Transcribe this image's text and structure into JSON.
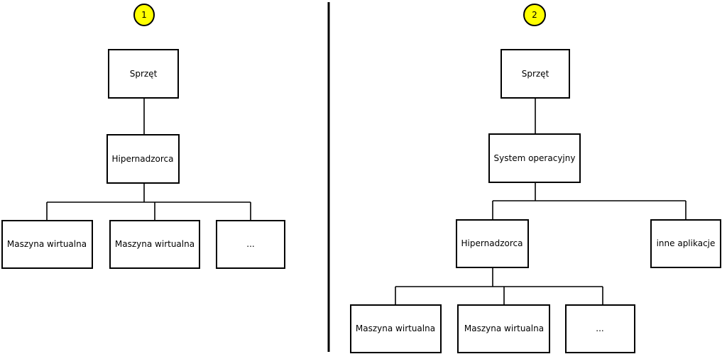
{
  "colors": {
    "badge_fill": "#ffff00",
    "stroke": "#000000",
    "background": "#ffffff"
  },
  "diagram_left": {
    "badge": "1",
    "nodes": {
      "hardware": "Sprzęt",
      "hypervisor": "Hipernadzorca",
      "vm1": "Maszyna wirtualna",
      "vm2": "Maszyna wirtualna",
      "more": "..."
    }
  },
  "diagram_right": {
    "badge": "2",
    "nodes": {
      "hardware": "Sprzęt",
      "os": "System operacyjny",
      "hypervisor": "Hipernadzorca",
      "other_apps": "inne aplikacje",
      "vm1": "Maszyna wirtualna",
      "vm2": "Maszyna wirtualna",
      "more": "..."
    }
  }
}
